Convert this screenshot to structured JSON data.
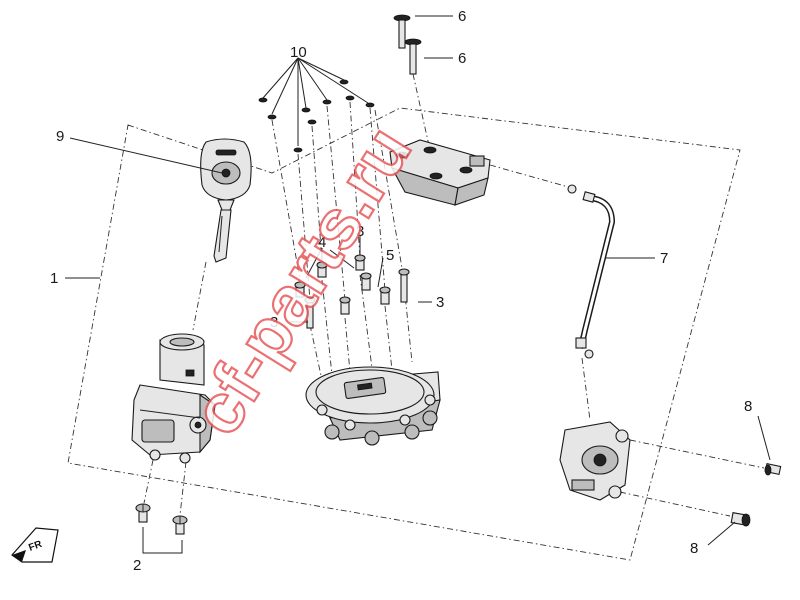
{
  "callouts": {
    "c1": "1",
    "c2": "2",
    "c3a": "3",
    "c3b": "3",
    "c3c": "3",
    "c4": "4",
    "c5": "5",
    "c6a": "6",
    "c6b": "6",
    "c7": "7",
    "c8a": "8",
    "c8b": "8",
    "c9": "9",
    "c10": "10"
  },
  "watermark": "cf-parts.ru",
  "front_marker": "FR",
  "colors": {
    "watermark_stroke": "#e8585a",
    "line": "#222222"
  }
}
